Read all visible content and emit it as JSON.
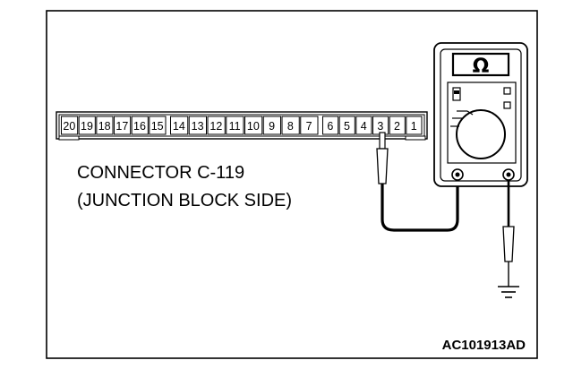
{
  "diagram": {
    "connector": {
      "pins_left_group": [
        "20",
        "19",
        "18",
        "17",
        "16",
        "15"
      ],
      "pins_mid_group": [
        "14",
        "13",
        "12",
        "11",
        "10",
        "9",
        "8",
        "7"
      ],
      "pins_right_group": [
        "6",
        "5",
        "4",
        "3",
        "2",
        "1"
      ],
      "probed_pin": "3"
    },
    "caption_line1": "CONNECTOR C-119",
    "caption_line2": "(JUNCTION BLOCK SIDE)",
    "meter": {
      "display_symbol": "Ω",
      "icon": "ohmmeter-icon"
    },
    "ground_icon": "ground-symbol-icon",
    "reference_code": "AC101913AD"
  }
}
